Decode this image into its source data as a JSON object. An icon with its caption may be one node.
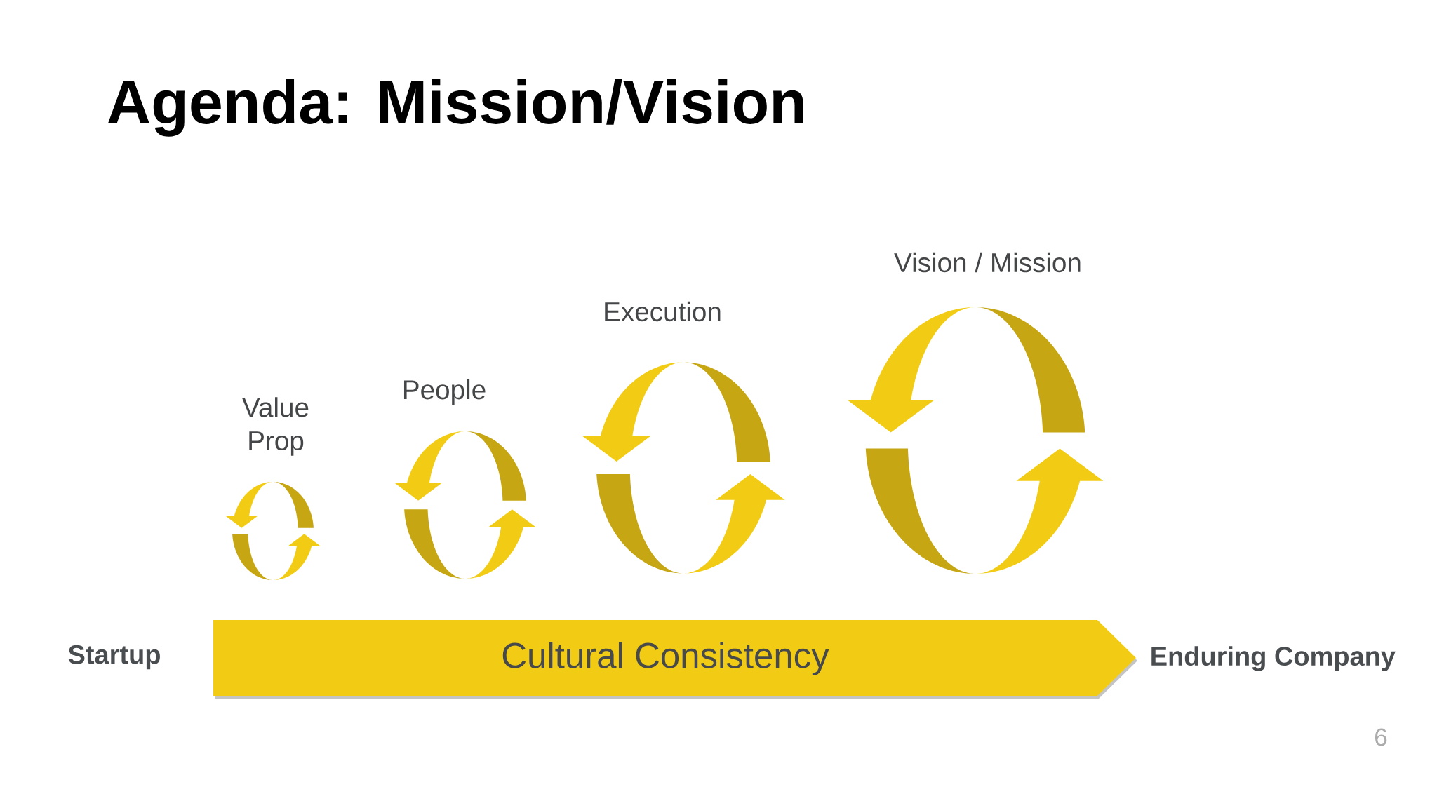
{
  "diagram": {
    "title": "Agenda: Mission/Vision",
    "nodes": [
      {
        "text": [
          "Value Prop"
        ]
      },
      {
        "text": [
          "People"
        ]
      },
      {
        "text": [
          "Execution"
        ]
      },
      {
        "text": [
          "Vision / Mission"
        ]
      },
      {
        "text": [
          "Cultural Consistency"
        ],
        "beside": [
          "Startup",
          "Enduring Company"
        ]
      }
    ],
    "labels": [
      "6"
    ]
  }
}
